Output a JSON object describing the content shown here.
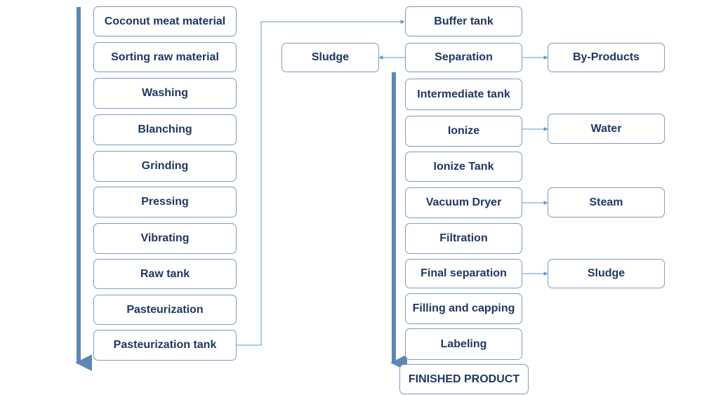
{
  "colors": {
    "box_border": "#7f9bbd",
    "text": "#1f3864",
    "arrow": "#5b9bd5",
    "flow_bar": "#5b87b7"
  },
  "process_column": {
    "coconut_meat_material": "Coconut meat material",
    "sorting_raw_material": "Sorting raw material",
    "washing": "Washing",
    "blanching": "Blanching",
    "grinding": "Grinding",
    "pressing": "Pressing",
    "vibrating": "Vibrating",
    "raw_tank": "Raw tank",
    "pasteurization": "Pasteurization",
    "pasteurization_tank": "Pasteurization tank"
  },
  "separation_column": {
    "buffer_tank": "Buffer tank",
    "separation": "Separation",
    "intermediate_tank": "Intermediate tank",
    "ionize": "Ionize",
    "ionize_tank": "Ionize Tank",
    "vacuum_dryer": "Vacuum Dryer",
    "filtration": "Filtration",
    "final_separation": "Final separation",
    "filling_and_capping": "Filling and capping",
    "labeling": "Labeling",
    "finished_product": "FINISHED PRODUCT"
  },
  "outputs": {
    "sludge_top": "Sludge",
    "by_products": "By-Products",
    "water": "Water",
    "steam": "Steam",
    "sludge_bottom": "Sludge"
  }
}
